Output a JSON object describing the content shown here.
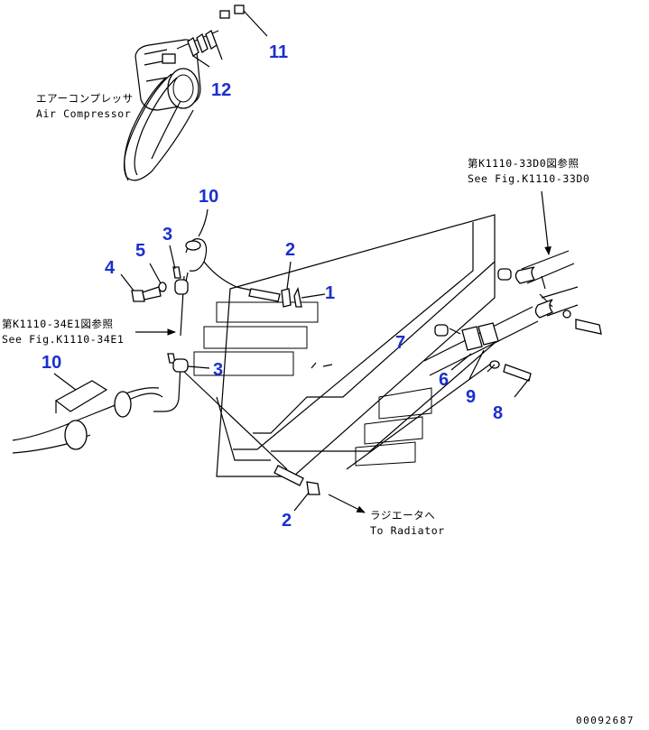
{
  "callouts": {
    "n1": "1",
    "n2a": "2",
    "n2b": "2",
    "n3a": "3",
    "n3b": "3",
    "n4": "4",
    "n5": "5",
    "n6": "6",
    "n7": "7",
    "n8": "8",
    "n9": "9",
    "n10a": "10",
    "n10b": "10",
    "n11": "11",
    "n12": "12"
  },
  "notes": {
    "compressor_jp": "エアーコンプレッサ",
    "compressor_en": "Air Compressor",
    "ref1_jp": "第K1110-33D0図参照",
    "ref1_en": "See Fig.K1110-33D0",
    "ref2_jp": "第K1110-34E1図参照",
    "ref2_en": "See Fig.K1110-34E1",
    "radiator_jp": "ラジエータへ",
    "radiator_en": "To Radiator"
  },
  "doc_number": "00092687",
  "colors": {
    "callout": "#1a2fd0",
    "line": "#000000",
    "background": "#ffffff"
  },
  "icons": {
    "arrow": "arrow-right"
  }
}
